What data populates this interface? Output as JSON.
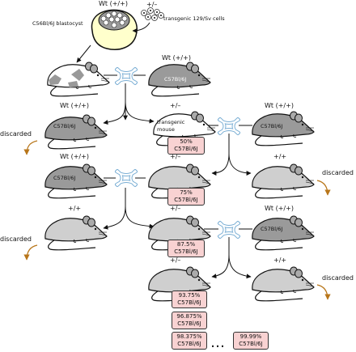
{
  "top": {
    "wt_label": "Wt (+/+)",
    "het_label": "+/–",
    "blastocyst_label": "C56Bl/6J blastocyst",
    "cells_label": "transgenic 129/Sv cells"
  },
  "rows": {
    "row1": {
      "wt_label": "Wt (+/+)",
      "strain": "C57Bl/6J"
    },
    "row2": {
      "left_label": "Wt (+/+)",
      "left_strain": "C57Bl/6J",
      "center_label": "+/–",
      "transgenic_1": "transgenic",
      "transgenic_2": "mouse",
      "right_label": "Wt (+/+)",
      "right_strain": "C57Bl/6J"
    },
    "row3": {
      "left_label": "Wt (+/+)",
      "left_strain": "C57Bl/6J",
      "center_label": "+/–",
      "right_label": "+/+"
    },
    "row4": {
      "left_label": "+/+",
      "center_label": "+/–",
      "right_label": "Wt (+/+)",
      "right_strain": "C57Bl/6J"
    },
    "row5": {
      "center_label": "+/–",
      "right_label": "+/+"
    }
  },
  "discarded": {
    "left1": "discarded",
    "right1": "discarded",
    "left2": "discarded",
    "right2": "discarded"
  },
  "percent_boxes": [
    {
      "pct": "50%",
      "strain": "C57Bl/6J"
    },
    {
      "pct": "75%",
      "strain": "C57Bl/6J"
    },
    {
      "pct": "87.5%",
      "strain": "C57Bl/6J"
    },
    {
      "pct": "93.75%",
      "strain": "C57Bl/6J"
    },
    {
      "pct": "96.875%",
      "strain": "C57Bl/6J"
    },
    {
      "pct": "98.375%",
      "strain": "C57Bl/6J"
    },
    {
      "pct": "99.99%",
      "strain": "C57Bl/6J"
    }
  ],
  "ellipsis": "…",
  "colors": {
    "dark_mouse": "#9a9a9a",
    "light_mouse": "#cfcfcf",
    "white_mouse": "#ffffff",
    "box_fill": "#f8d2d2",
    "discard_arrow": "#b8761a",
    "cross_stroke": "#7aaed4"
  }
}
